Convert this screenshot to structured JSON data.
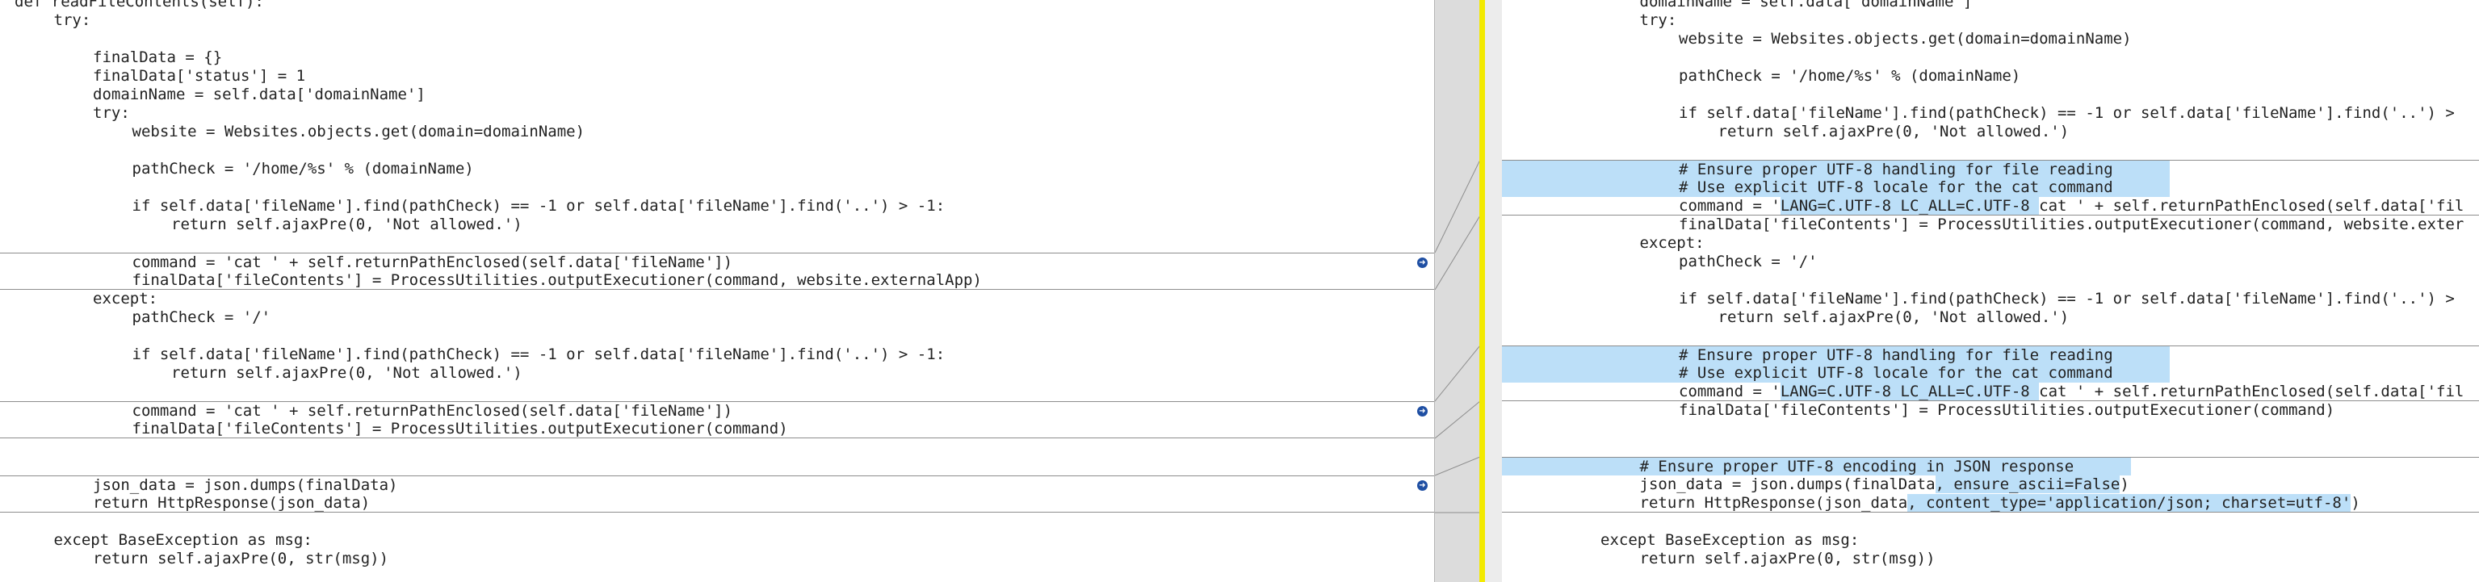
{
  "left_pane": {
    "lines": [
      {
        "text": "def readFileContents(self):",
        "indent": 0
      },
      {
        "text": "try:",
        "indent": 1
      },
      {
        "text": "",
        "indent": 0
      },
      {
        "text": "finalData = {}",
        "indent": 2
      },
      {
        "text": "finalData['status'] = 1",
        "indent": 2
      },
      {
        "text": "domainName = self.data['domainName']",
        "indent": 2
      },
      {
        "text": "try:",
        "indent": 2
      },
      {
        "text": "website = Websites.objects.get(domain=domainName)",
        "indent": 3
      },
      {
        "text": "",
        "indent": 0
      },
      {
        "text": "pathCheck = '/home/%s' % (domainName)",
        "indent": 3
      },
      {
        "text": "",
        "indent": 0
      },
      {
        "text": "if self.data['fileName'].find(pathCheck) == -1 or self.data['fileName'].find('..') > -1:",
        "indent": 3
      },
      {
        "text": "return self.ajaxPre(0, 'Not allowed.')",
        "indent": 4
      },
      {
        "text": "",
        "indent": 0
      },
      {
        "text": "command = 'cat ' + self.returnPathEnclosed(self.data['fileName'])",
        "indent": 3,
        "box": "top",
        "arrow": true
      },
      {
        "text": "finalData['fileContents'] = ProcessUtilities.outputExecutioner(command, website.externalApp)",
        "indent": 3,
        "box": "bottom"
      },
      {
        "text": "except:",
        "indent": 2
      },
      {
        "text": "pathCheck = '/'",
        "indent": 3
      },
      {
        "text": "",
        "indent": 0
      },
      {
        "text": "if self.data['fileName'].find(pathCheck) == -1 or self.data['fileName'].find('..') > -1:",
        "indent": 3
      },
      {
        "text": "return self.ajaxPre(0, 'Not allowed.')",
        "indent": 4
      },
      {
        "text": "",
        "indent": 0
      },
      {
        "text": "command = 'cat ' + self.returnPathEnclosed(self.data['fileName'])",
        "indent": 3,
        "box": "top",
        "arrow": true
      },
      {
        "text": "finalData['fileContents'] = ProcessUtilities.outputExecutioner(command)",
        "indent": 3,
        "box": "bottom"
      },
      {
        "text": "",
        "indent": 0
      },
      {
        "text": "",
        "indent": 0
      },
      {
        "text": "json_data = json.dumps(finalData)",
        "indent": 2,
        "box": "top",
        "arrow": true
      },
      {
        "text": "return HttpResponse(json_data)",
        "indent": 2,
        "box": "bottom"
      },
      {
        "text": "",
        "indent": 0
      },
      {
        "text": "except BaseException as msg:",
        "indent": 1
      },
      {
        "text": "return self.ajaxPre(0, str(msg))",
        "indent": 2
      }
    ]
  },
  "right_pane": {
    "lines": [
      {
        "segments": [
          {
            "t": "domainName = self.data['domainName']"
          }
        ],
        "indent": 3
      },
      {
        "segments": [
          {
            "t": "try:"
          }
        ],
        "indent": 3
      },
      {
        "segments": [
          {
            "t": "website = Websites.objects.get(domain=domainName)"
          }
        ],
        "indent": 4
      },
      {
        "segments": [
          {
            "t": ""
          }
        ],
        "indent": 0
      },
      {
        "segments": [
          {
            "t": "pathCheck = '/home/%s' % (domainName)"
          }
        ],
        "indent": 4
      },
      {
        "segments": [
          {
            "t": ""
          }
        ],
        "indent": 0
      },
      {
        "segments": [
          {
            "t": "if self.data['fileName'].find(pathCheck) == -1 or self.data['fileName'].find('..') >"
          }
        ],
        "indent": 4
      },
      {
        "segments": [
          {
            "t": "return self.ajaxPre(0, 'Not allowed.')"
          }
        ],
        "indent": 5
      },
      {
        "segments": [
          {
            "t": ""
          }
        ],
        "indent": 0
      },
      {
        "segments": [
          {
            "t": "# Ensure proper UTF-8 handling for file reading"
          }
        ],
        "indent": 4,
        "row_hl": true,
        "box": "top",
        "arrow": true
      },
      {
        "segments": [
          {
            "t": "# Use explicit UTF-8 locale for the cat command"
          }
        ],
        "indent": 4,
        "row_hl": true
      },
      {
        "segments": [
          {
            "t": "command = '"
          },
          {
            "t": "LANG=C.UTF-8 LC_ALL=C.UTF-8 ",
            "hl": true
          },
          {
            "t": "cat ' + self.returnPathEnclosed(self.data['fil"
          }
        ],
        "indent": 4,
        "box": "bottom"
      },
      {
        "segments": [
          {
            "t": "finalData['fileContents'] = ProcessUtilities.outputExecutioner(command, website.exter"
          }
        ],
        "indent": 4
      },
      {
        "segments": [
          {
            "t": "except:"
          }
        ],
        "indent": 3
      },
      {
        "segments": [
          {
            "t": "pathCheck = '/'"
          }
        ],
        "indent": 4
      },
      {
        "segments": [
          {
            "t": ""
          }
        ],
        "indent": 0
      },
      {
        "segments": [
          {
            "t": "if self.data['fileName'].find(pathCheck) == -1 or self.data['fileName'].find('..') >"
          }
        ],
        "indent": 4
      },
      {
        "segments": [
          {
            "t": "return self.ajaxPre(0, 'Not allowed.')"
          }
        ],
        "indent": 5
      },
      {
        "segments": [
          {
            "t": ""
          }
        ],
        "indent": 0
      },
      {
        "segments": [
          {
            "t": "# Ensure proper UTF-8 handling for file reading"
          }
        ],
        "indent": 4,
        "row_hl": true,
        "box": "top",
        "arrow": true
      },
      {
        "segments": [
          {
            "t": "# Use explicit UTF-8 locale for the cat command"
          }
        ],
        "indent": 4,
        "row_hl": true
      },
      {
        "segments": [
          {
            "t": "command = '"
          },
          {
            "t": "LANG=C.UTF-8 LC_ALL=C.UTF-8 ",
            "hl": true
          },
          {
            "t": "cat ' + self.returnPathEnclosed(self.data['fil"
          }
        ],
        "indent": 4,
        "box": "bottom"
      },
      {
        "segments": [
          {
            "t": "finalData['fileContents'] = ProcessUtilities.outputExecutioner(command)"
          }
        ],
        "indent": 4
      },
      {
        "segments": [
          {
            "t": ""
          }
        ],
        "indent": 0
      },
      {
        "segments": [
          {
            "t": ""
          }
        ],
        "indent": 0
      },
      {
        "segments": [
          {
            "t": "# Ensure proper UTF-8 encoding in JSON response"
          }
        ],
        "indent": 3,
        "row_hl": true,
        "box": "top",
        "arrow": true
      },
      {
        "segments": [
          {
            "t": "json_data = json.dumps(finalData"
          },
          {
            "t": ", ensure_ascii=False",
            "hl": true
          },
          {
            "t": ")"
          }
        ],
        "indent": 3
      },
      {
        "segments": [
          {
            "t": "return HttpResponse(json_data"
          },
          {
            "t": ", content_type='application/json; charset=utf-8'",
            "hl": true
          },
          {
            "t": ")"
          }
        ],
        "indent": 3,
        "box": "bottom"
      },
      {
        "segments": [
          {
            "t": ""
          }
        ],
        "indent": 0
      },
      {
        "segments": [
          {
            "t": "except BaseException as msg:"
          }
        ],
        "indent": 2
      },
      {
        "segments": [
          {
            "t": "return self.ajaxPre(0, str(msg))"
          }
        ],
        "indent": 3
      }
    ]
  },
  "colors": {
    "highlight": "#bcdff8",
    "gutter": "#dcdcdc",
    "marker": "#f3ea00",
    "arrow": "#1f4fa3",
    "box_line": "#8d8d8d"
  },
  "icons": {
    "left_arrow_icon": "copy-change-right-icon",
    "right_arrow_icon": "revert-change-left-icon"
  }
}
